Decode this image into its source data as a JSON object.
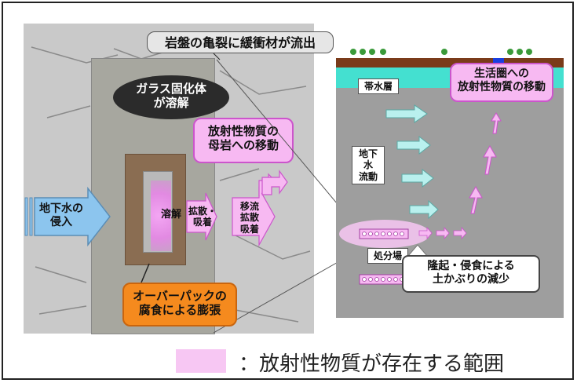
{
  "labels": {
    "crack_outflow": "岩盤の亀裂に緩衝材が流出",
    "glass_dissolve": "ガラス固化体が溶解",
    "glass_dissolve_l1": "ガラス固化体",
    "glass_dissolve_l2": "が溶解",
    "migration_host_rock_l1": "放射性物質の",
    "migration_host_rock_l2": "母岩への移動",
    "groundwater_inflow_l1": "地下水の",
    "groundwater_inflow_l2": "侵入",
    "dissolution": "溶解",
    "diffusion_sorption_l1": "拡散・",
    "diffusion_sorption_l2": "吸着",
    "advection_l1": "移流",
    "advection_l2": "拡散",
    "advection_l3": "吸着",
    "overpack_l1": "オーバーパックの",
    "overpack_l2": "腐食による膨張",
    "aquifer": "帯水層",
    "groundwater_flow_l1": "地下水",
    "groundwater_flow_l2": "流動",
    "biosphere_l1": "生活圏への",
    "biosphere_l2": "放射性物質の移動",
    "disposal_site": "処分場",
    "uplift_l1": "隆起・侵食による",
    "uplift_l2": "土かぶりの減少"
  },
  "legend": {
    "label": "：放射性物質が存在する範囲",
    "swatch_color": "#f7c7f3"
  },
  "colors": {
    "pink": "#f7b9f2",
    "pink_border": "#cc55cc",
    "orange": "#f58a1e",
    "blue_arrow": "#8cc5ee",
    "cyan_arrow": "#b9f0ee",
    "aquifer": "#44e0d0",
    "soil": "#7a3b1a"
  }
}
